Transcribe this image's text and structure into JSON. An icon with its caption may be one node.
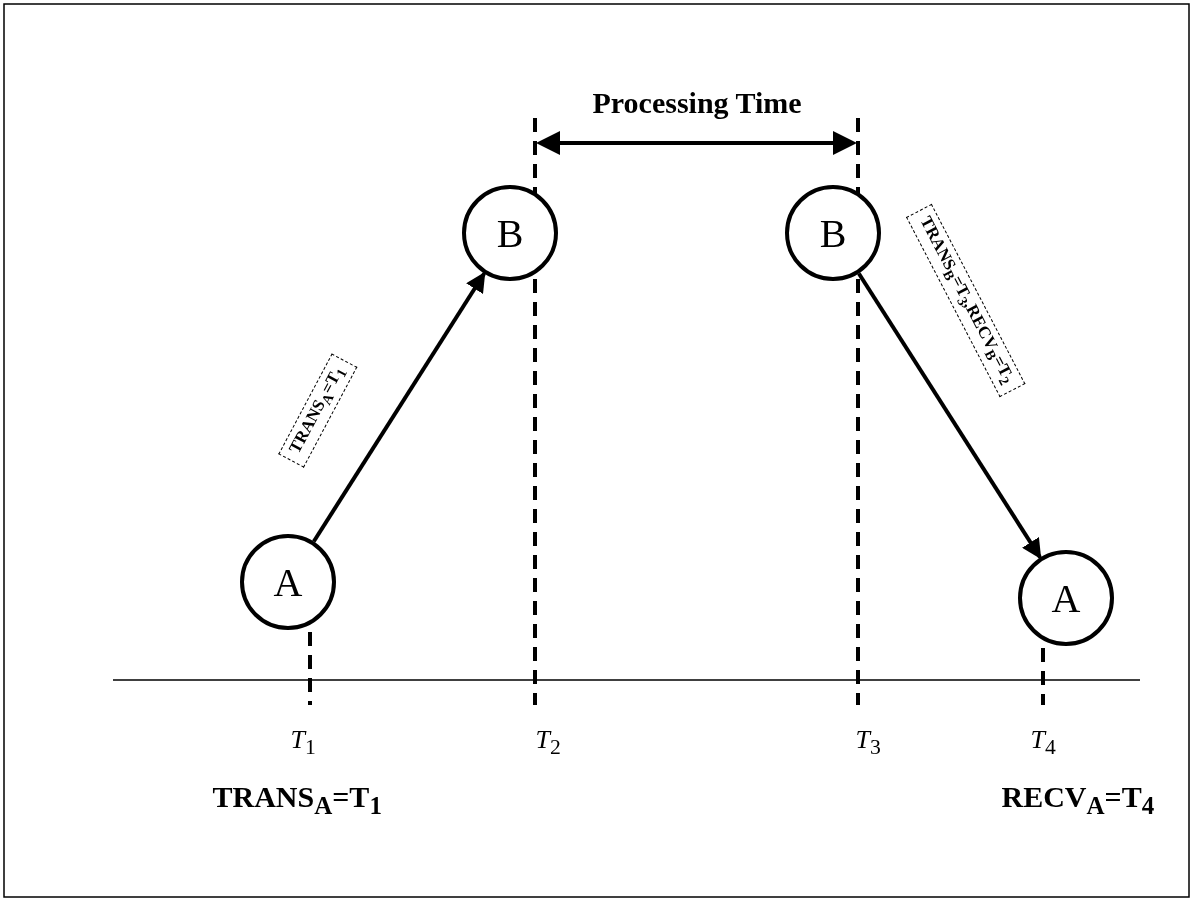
{
  "diagram": {
    "nodes": [
      {
        "text": [
          "A"
        ]
      },
      {
        "text": [
          "B"
        ]
      },
      {
        "text": [
          "B"
        ]
      },
      {
        "text": [
          "A"
        ]
      }
    ],
    "edges": [
      {
        "from": 0,
        "to": 1,
        "arrow": "to",
        "label": "TRANS$_{A}$=T$_{1}$"
      },
      {
        "from": 2,
        "to": 3,
        "arrow": "to",
        "label": "TRANS$_{B}$=T$_{3}$,RECV$_{B}$=T$_{2}$"
      }
    ],
    "labels": [
      "Processing Time",
      "*T*$_{1}$",
      "*T*$_{2}$",
      "*T*$_{3}$",
      "*T*$_{4}$",
      "TRANS$_{A}$=T$_{1}$",
      "RECV$_{A}$=T$_{4}$"
    ]
  }
}
